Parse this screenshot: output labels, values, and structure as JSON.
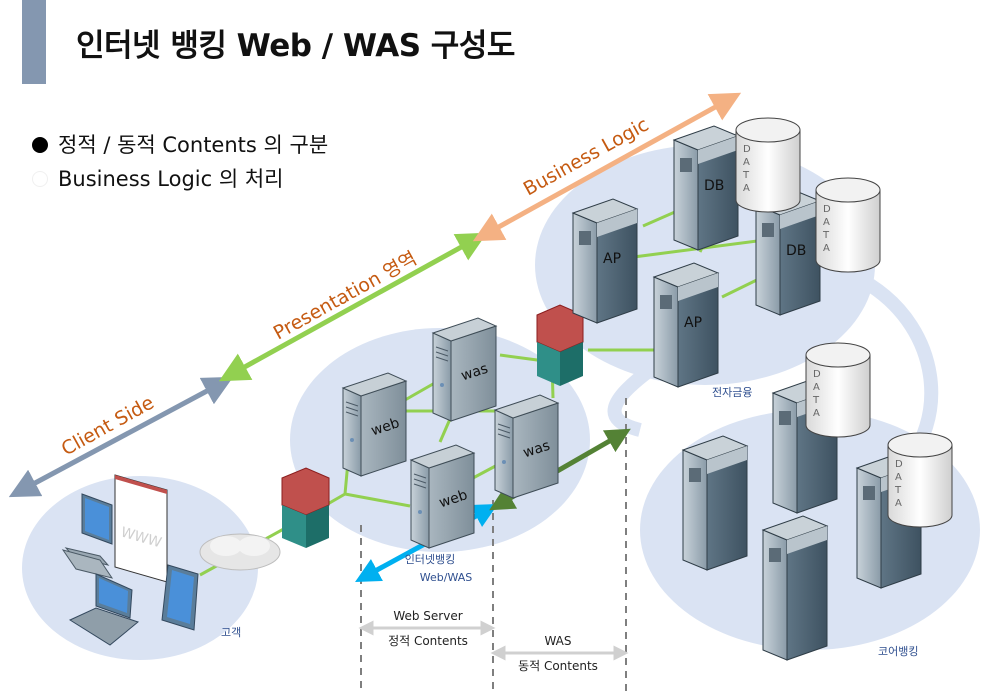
{
  "header": {
    "title": "인터넷 뱅킹 Web / WAS 구성도"
  },
  "bullets": [
    {
      "style": "filled",
      "text": "정적 / 동적 Contents 의 구분"
    },
    {
      "style": "empty",
      "text": "Business Logic 의 처리"
    }
  ],
  "tiers": {
    "client_side": "Client Side",
    "presentation": "Presentation 영역",
    "business_logic": "Business Logic"
  },
  "zones": {
    "customer": "고객",
    "ib_web_was_line1": "인터넷뱅킹",
    "ib_web_was_line2": "Web/WAS",
    "e_finance": "전자금융",
    "core_banking": "코어뱅킹"
  },
  "servers": {
    "web1": "web",
    "web2": "web",
    "was1": "was",
    "was2": "was",
    "ap1": "AP",
    "ap2": "AP",
    "db1": "DB",
    "db2": "DB"
  },
  "storage_label": "DATA",
  "client": {
    "browser_text": "WWW"
  },
  "ranges": {
    "web_server_title": "Web Server",
    "web_server_sub": "정적 Contents",
    "was_title": "WAS",
    "was_sub": "동적 Contents"
  },
  "colors": {
    "title_accent": "#8497b0",
    "zone_fill": "#dae3f3",
    "link_green": "#92d050",
    "arrow_client": "#8497b0",
    "arrow_presentation": "#92d050",
    "arrow_business": "#f4b183",
    "arrow_web": "#00b0f0",
    "arrow_was": "#548235",
    "label_orange": "#c55a11",
    "label_blue": "#2f4f8f"
  }
}
